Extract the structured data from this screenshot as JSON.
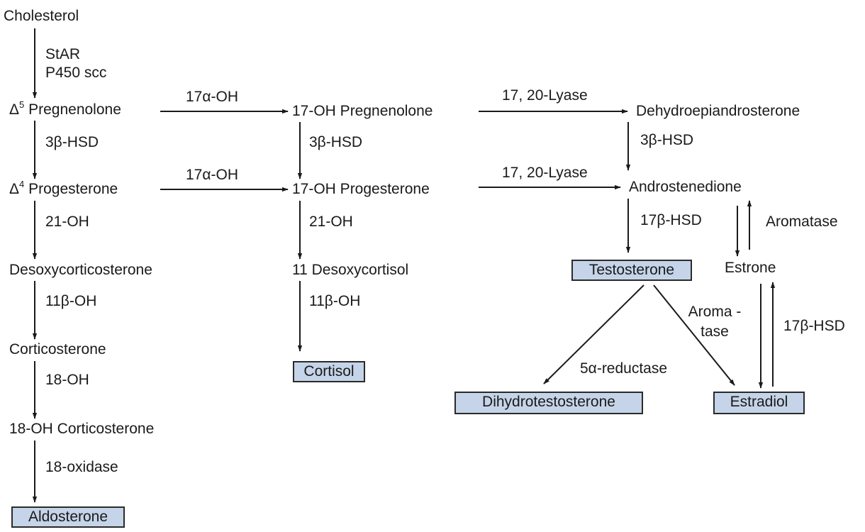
{
  "compounds": {
    "cholesterol": "Cholesterol",
    "pregnenolone_prefix": "Δ",
    "pregnenolone_sup": "5",
    "pregnenolone": "Pregnenolone",
    "progesterone_prefix": "Δ",
    "progesterone_sup": "4",
    "progesterone": "Progesterone",
    "desoxycorticosterone": "Desoxycorticosterone",
    "corticosterone": "Corticosterone",
    "oh18_corticosterone": "18-OH Corticosterone",
    "aldosterone": "Aldosterone",
    "oh17_pregnenolone": "17-OH Pregnenolone",
    "oh17_progesterone": "17-OH Progesterone",
    "desoxycortisol11": "11 Desoxycortisol",
    "cortisol": "Cortisol",
    "dhea": "Dehydroepiandrosterone",
    "androstenedione": "Androstenedione",
    "testosterone": "Testosterone",
    "estrone": "Estrone",
    "dht": "Dihydrotestosterone",
    "estradiol": "Estradiol"
  },
  "enzymes": {
    "star": "StAR",
    "p450scc": "P450 scc",
    "hsd3b_1": "3β-HSD",
    "oh21_1": "21-OH",
    "oh11b_1": "11β-OH",
    "oh18": "18-OH",
    "oxidase18": "18-oxidase",
    "oh17a_1": "17α-OH",
    "oh17a_2": "17α-OH",
    "hsd3b_2": "3β-HSD",
    "oh21_2": "21-OH",
    "oh11b_2": "11β-OH",
    "lyase_1": "17, 20-Lyase",
    "lyase_2": "17, 20-Lyase",
    "hsd3b_3": "3β-HSD",
    "hsd17b_1": "17β-HSD",
    "aromatase": "Aromatase",
    "aroma_1": "Aroma -",
    "aroma_2": "tase",
    "hsd17b_2": "17β-HSD",
    "reductase": "5α-reductase"
  },
  "colors": {
    "box_fill": "#c5d4e8",
    "line": "#1a1a1a"
  }
}
